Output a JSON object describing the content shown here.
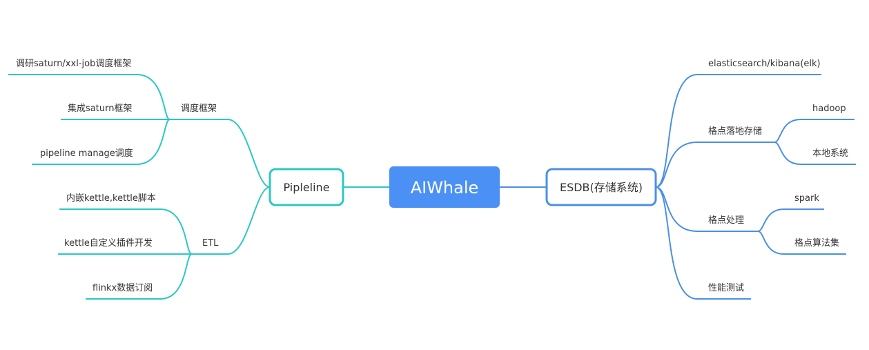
{
  "colors": {
    "root_fill": "#4a90f5",
    "left_line": "#2ac8c2",
    "right_line": "#4a90e2",
    "right_node_border": "#4a90e2",
    "left_node_border": "#2ac8c2"
  },
  "root": {
    "label": "AIWhale"
  },
  "left": {
    "label": "Pipleline",
    "groups": [
      {
        "label": "调度框架",
        "items": [
          "调研saturn/xxl-job调度框架",
          "集成saturn框架",
          "pipeline manage调度"
        ]
      },
      {
        "label": "ETL",
        "items": [
          "内嵌kettle,kettle脚本",
          "kettle自定义插件开发",
          "flinkx数据订阅"
        ]
      }
    ]
  },
  "right": {
    "label": "ESDB(存储系统)",
    "items": [
      {
        "label": "elasticsearch/kibana(elk)"
      },
      {
        "label": "格点落地存储",
        "children": [
          "hadoop",
          "本地系统"
        ]
      },
      {
        "label": "格点处理",
        "children": [
          "spark",
          "格点算法集"
        ]
      },
      {
        "label": "性能测试"
      }
    ]
  }
}
